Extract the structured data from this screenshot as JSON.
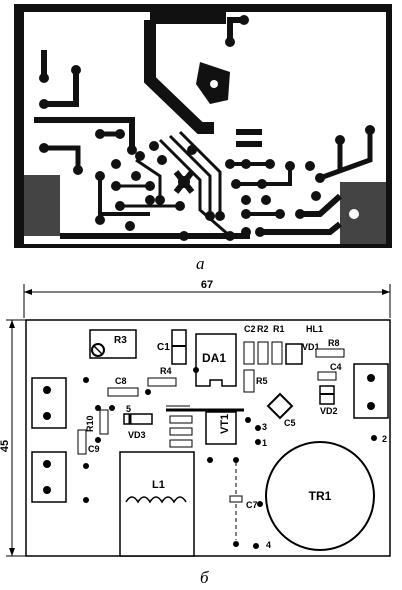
{
  "captions": {
    "top": "а",
    "bottom": "б"
  },
  "dimensions": {
    "width": "67",
    "height": "45"
  },
  "components": {
    "R3": "R3",
    "C1": "C1",
    "DA1": "DA1",
    "C2": "C2",
    "R2": "R2",
    "R1": "R1",
    "HL1": "HL1",
    "VD1": "VD1",
    "R8": "R8",
    "C4": "C4",
    "C8": "C8",
    "R4": "R4",
    "R5": "R5",
    "VD2": "VD2",
    "R10": "R10",
    "C9": "C9",
    "VD3": "VD3",
    "VT1": "VT1",
    "C5": "C5",
    "L1": "L1",
    "C7": "C7",
    "TR1": "TR1"
  },
  "pins": {
    "p1": "1",
    "p2": "2",
    "p3": "3",
    "p4": "4",
    "p5": "5"
  }
}
